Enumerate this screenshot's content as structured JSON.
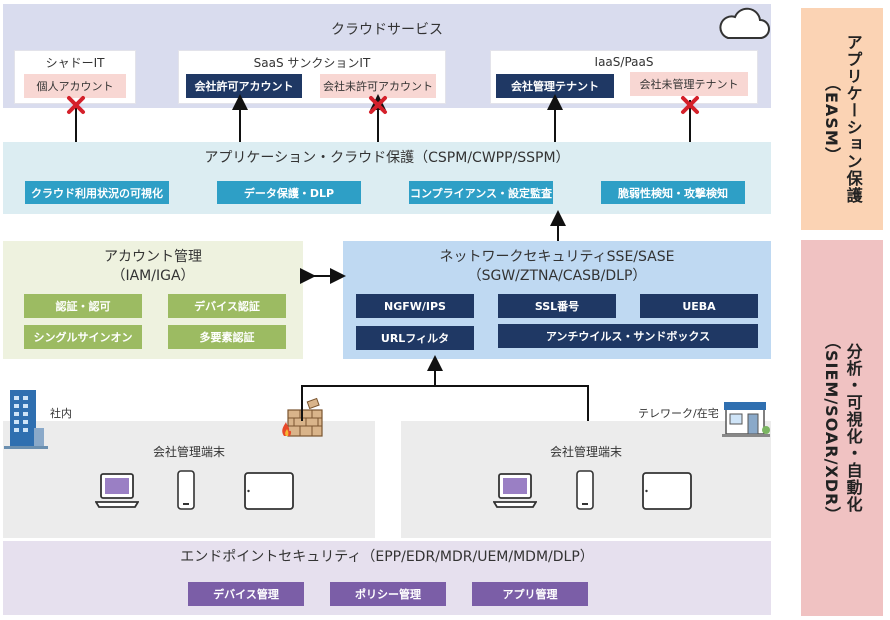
{
  "cloud": {
    "title": "クラウドサービス",
    "shadow_it": {
      "title": "シャドーIT",
      "item": "個人アカウント"
    },
    "saas": {
      "title": "SaaS サンクションIT",
      "approved": "会社許可アカウント",
      "unapproved": "会社未許可アカウント"
    },
    "iaas": {
      "title": "IaaS/PaaS",
      "managed": "会社管理テナント",
      "unmanaged": "会社未管理テナント"
    }
  },
  "app_protect": {
    "title": "アプリケーション・クラウド保護（CSPM/CWPP/SSPM）",
    "items": [
      "クラウド利用状況の可視化",
      "データ保護・DLP",
      "コンプライアンス・設定監査",
      "脆弱性検知・攻撃検知"
    ]
  },
  "account": {
    "title1": "アカウント管理",
    "title2": "（IAM/IGA）",
    "items": [
      "認証・認可",
      "デバイス認証",
      "シングルサインオン",
      "多要素認証"
    ]
  },
  "network": {
    "title1": "ネットワークセキュリティSSE/SASE",
    "title2": "（SGW/ZTNA/CASB/DLP）",
    "items": [
      "NGFW/IPS",
      "SSL番号",
      "UEBA",
      "URLフィルタ",
      "アンチウイルス・サンドボックス"
    ]
  },
  "office": {
    "label": "社内",
    "devices_title": "会社管理端末"
  },
  "remote": {
    "label": "テレワーク/在宅",
    "devices_title": "会社管理端末"
  },
  "endpoint": {
    "title": "エンドポイントセキュリティ（EPP/EDR/MDR/UEM/MDM/DLP）",
    "items": [
      "デバイス管理",
      "ポリシー管理",
      "アプリ管理"
    ]
  },
  "side": {
    "easm": "アプリケーション保護\n（EASM）",
    "siem": "分析・可視化・自動化\n（SIEM/SOAR/XDR）"
  },
  "colors": {
    "dark_navy": "#1f3864",
    "teal": "#2e9fc6",
    "green": "#9cbb62",
    "purple": "#7b5ea7",
    "blocked_red": "#d4202a"
  }
}
